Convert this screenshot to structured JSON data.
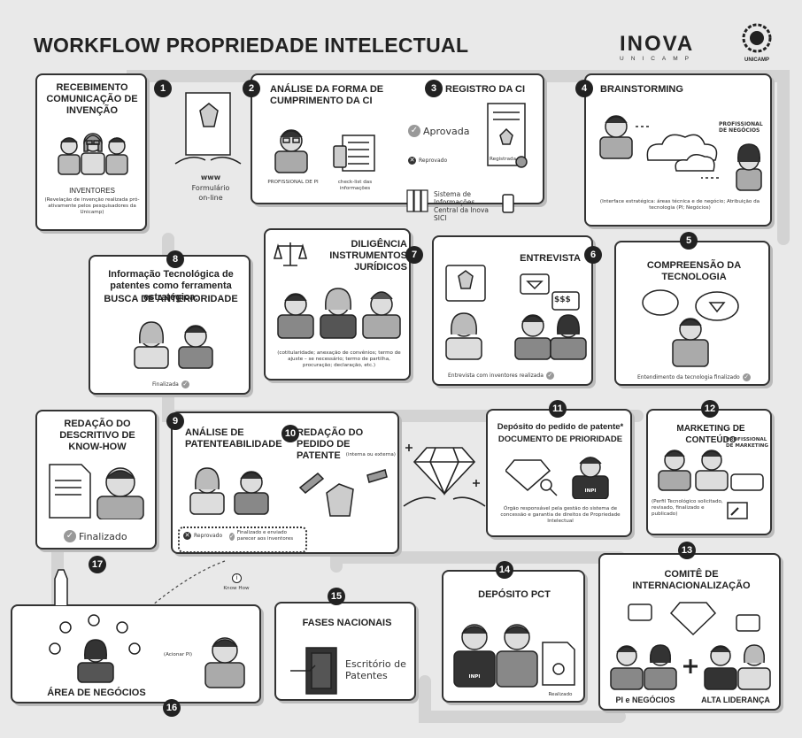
{
  "header": {
    "title": "WORKFLOW PROPRIEDADE INTELECTUAL",
    "brand_word": "INOVA",
    "brand_sub": "UNICAMP",
    "unicamp_label": "UNICAMP"
  },
  "steps": {
    "s1": {
      "num": "1",
      "title": "RECEBIMENTO COMUNICAÇÃO DE INVENÇÃO",
      "who": "INVENTORES",
      "note": "(Revelação de invenção realizada pró-ativamente pelos pesquisadores da Unicamp)"
    },
    "form": {
      "line1": "www",
      "line2": "Formulário",
      "line3": "on-line"
    },
    "s2": {
      "num": "2",
      "title": "ANÁLISE DA FORMA DE CUMPRIMENTO DA CI",
      "who": "PROFISSIONAL DE PI",
      "checklist": "check-list das informações"
    },
    "s3": {
      "num": "3",
      "title": "REGISTRO DA CI",
      "approved": "Aprovada",
      "rejected": "Reprovado",
      "registered": "Registrada",
      "system": "Sistema de Informações Central da Inova SICI"
    },
    "s4": {
      "num": "4",
      "title": "BRAINSTORMING",
      "who": "PROFISSIONAL DE NEGÓCIOS",
      "note": "(Interface estratégica: áreas técnica e de negócio; Atribuição da tecnologia (PI; Negócios)"
    },
    "s5": {
      "num": "5",
      "title": "COMPREENSÃO DA TECNOLOGIA",
      "status": "Entendimento da tecnologia finalizado"
    },
    "s6": {
      "num": "6",
      "title": "ENTREVISTA",
      "status": "Entrevista com inventores realizada",
      "money": "$$$"
    },
    "s7": {
      "num": "7",
      "title": "DILIGÊNCIA INSTRUMENTOS JURÍDICOS",
      "note": "(cotitularidade; anexação de convênios; termo de ajuste – se necessário; termo de partilha, procuração; declaração, etc.)"
    },
    "s8": {
      "num": "8",
      "title": "Informação Tecnológica de patentes como ferramenta estratégica:",
      "title2": "BUSCA DE ANTERIORIDADE",
      "status": "Finalizada"
    },
    "s9": {
      "num": "9",
      "title": "ANÁLISE DE PATENTEABILIDADE",
      "rejected": "Reprovado",
      "finalized": "Finalizado e enviado parecer aos inventores"
    },
    "s10": {
      "num": "10",
      "title": "REDAÇÃO DO PEDIDO DE PATENTE",
      "sub": "(interna ou externa)"
    },
    "s11": {
      "num": "11",
      "title": "Depósito do pedido de patente*",
      "title2": "DOCUMENTO DE PRIORIDADE",
      "inpi": "INPI",
      "note": "Órgão responsável pela gestão do sistema de concessão e garantia de direitos de Propriedade Intelectual"
    },
    "s12": {
      "num": "12",
      "title": "MARKETING DE CONTEÚDO",
      "who": "PROFISSIONAL DE MARKETING",
      "note": "(Perfil Tecnológico solicitado, revisado, finalizado e publicado)"
    },
    "s13": {
      "num": "13",
      "title": "COMITÊ DE INTERNACIONALIZAÇÃO",
      "left": "PI e NEGÓCIOS",
      "right": "ALTA LIDERANÇA"
    },
    "s14": {
      "num": "14",
      "title": "DEPÓSITO PCT",
      "inpi": "INPI",
      "status": "Realizado"
    },
    "s15": {
      "num": "15",
      "title": "FASES NACIONAIS",
      "office": "Escritório de Patentes"
    },
    "s16": {
      "num": "16",
      "title": "ÁREA DE NEGÓCIOS",
      "action": "(Acionar PI)"
    },
    "s17": {
      "num": "17",
      "title": "REDAÇÃO DO DESCRITIVO DE KNOW-HOW",
      "status": "Finalizado"
    },
    "knowhow": {
      "label": "Know How",
      "icon": "i"
    }
  },
  "colors": {
    "ink": "#222222",
    "path": "#d6d6d6",
    "card": "#ffffff",
    "skin": "#dcdcdc",
    "hair": "#3a3a3a"
  }
}
